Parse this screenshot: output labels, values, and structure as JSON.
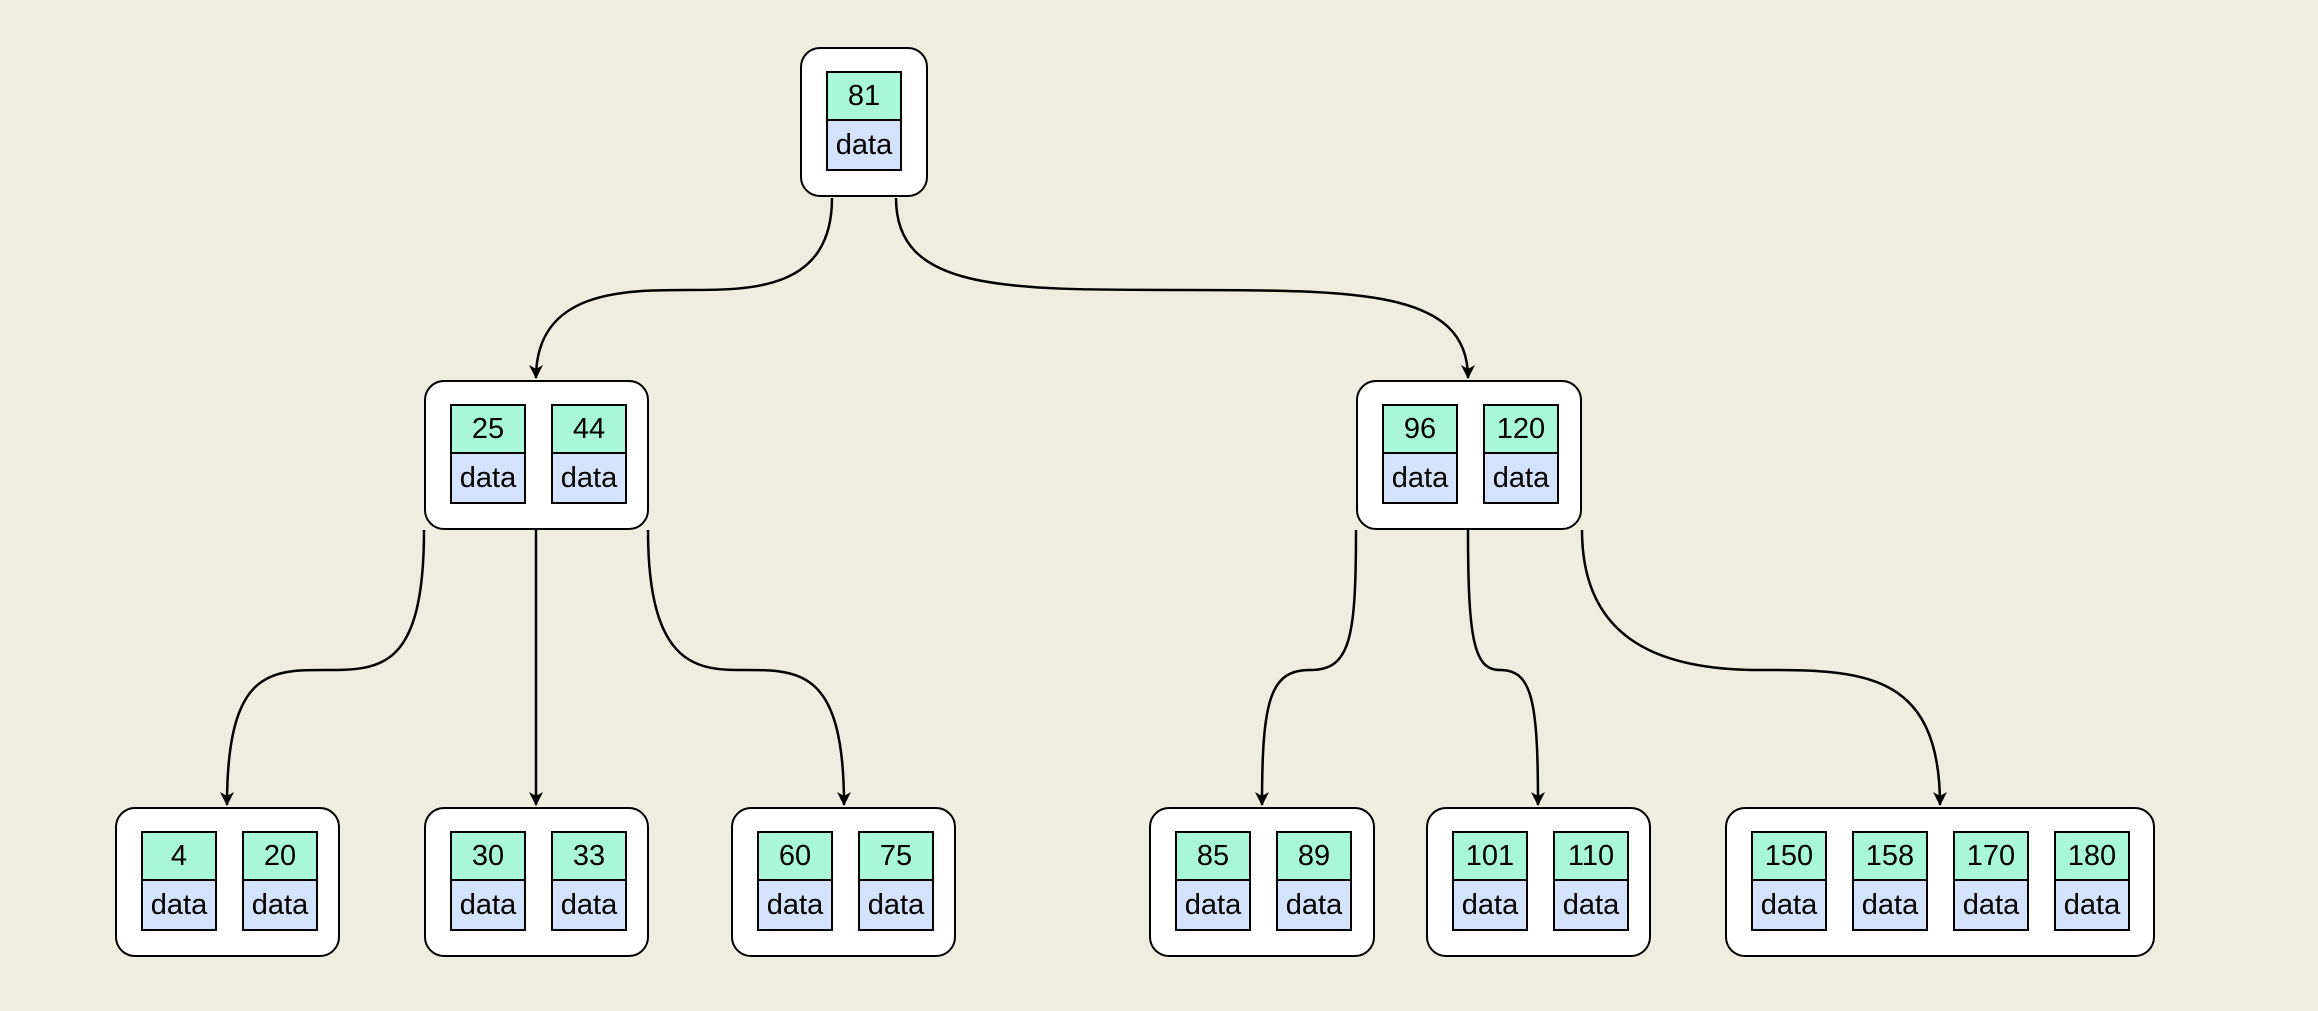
{
  "colors": {
    "background": "#eeeddf",
    "key_fill": "#a8f7d9",
    "data_fill": "#d2e3fb",
    "node_fill": "#ffffff",
    "stroke": "#000000"
  },
  "tree": {
    "root": {
      "cells": [
        {
          "key": "81",
          "value": "data"
        }
      ]
    },
    "level1": [
      {
        "cells": [
          {
            "key": "25",
            "value": "data"
          },
          {
            "key": "44",
            "value": "data"
          }
        ]
      },
      {
        "cells": [
          {
            "key": "96",
            "value": "data"
          },
          {
            "key": "120",
            "value": "data"
          }
        ]
      }
    ],
    "leaves": [
      {
        "cells": [
          {
            "key": "4",
            "value": "data"
          },
          {
            "key": "20",
            "value": "data"
          }
        ]
      },
      {
        "cells": [
          {
            "key": "30",
            "value": "data"
          },
          {
            "key": "33",
            "value": "data"
          }
        ]
      },
      {
        "cells": [
          {
            "key": "60",
            "value": "data"
          },
          {
            "key": "75",
            "value": "data"
          }
        ]
      },
      {
        "cells": [
          {
            "key": "85",
            "value": "data"
          },
          {
            "key": "89",
            "value": "data"
          }
        ]
      },
      {
        "cells": [
          {
            "key": "101",
            "value": "data"
          },
          {
            "key": "110",
            "value": "data"
          }
        ]
      },
      {
        "cells": [
          {
            "key": "150",
            "value": "data"
          },
          {
            "key": "158",
            "value": "data"
          },
          {
            "key": "170",
            "value": "data"
          },
          {
            "key": "180",
            "value": "data"
          }
        ]
      }
    ]
  }
}
